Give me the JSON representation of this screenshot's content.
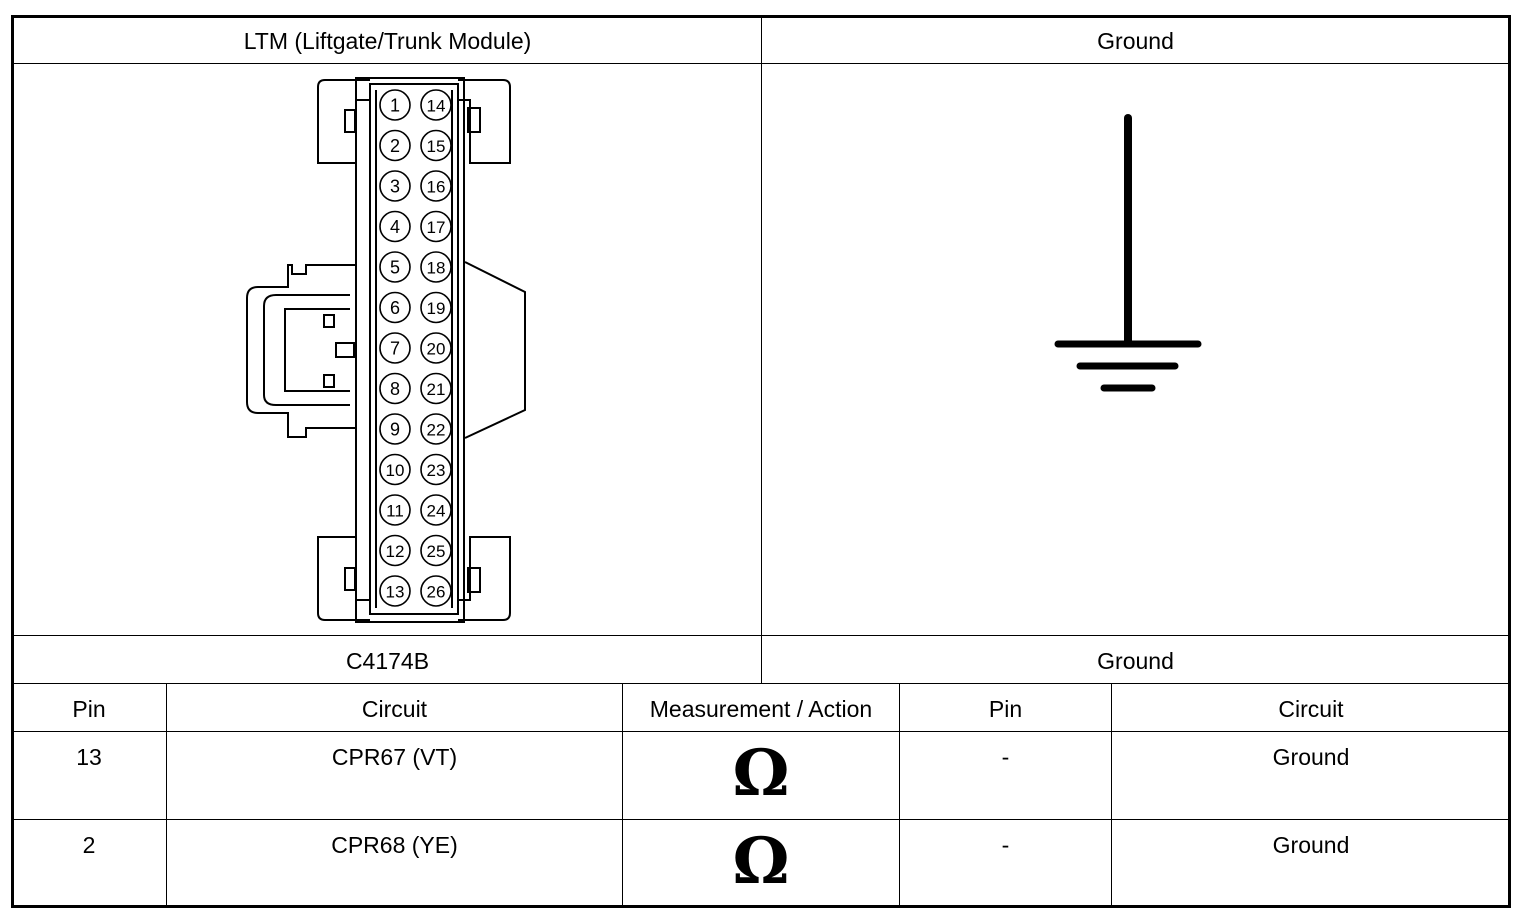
{
  "header": {
    "left_title": "LTM (Liftgate/Trunk Module)",
    "right_title": "Ground"
  },
  "connector": {
    "id": "C4174B",
    "pins_left": [
      "1",
      "2",
      "3",
      "4",
      "5",
      "6",
      "7",
      "8",
      "9",
      "10",
      "11",
      "12",
      "13"
    ],
    "pins_right": [
      "14",
      "15",
      "16",
      "17",
      "18",
      "19",
      "20",
      "21",
      "22",
      "23",
      "24",
      "25",
      "26"
    ]
  },
  "ground_label": "Ground",
  "table": {
    "columns": [
      "Pin",
      "Circuit",
      "Measurement / Action",
      "Pin",
      "Circuit"
    ],
    "rows": [
      {
        "pin": "13",
        "circuit": "CPR67 (VT)",
        "action": "Ω",
        "pin2": "-",
        "circuit2": "Ground"
      },
      {
        "pin": "2",
        "circuit": "CPR68 (YE)",
        "action": "Ω",
        "pin2": "-",
        "circuit2": "Ground"
      }
    ]
  }
}
